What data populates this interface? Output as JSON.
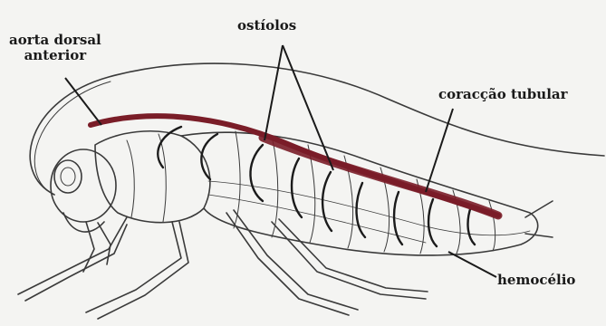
{
  "labels": {
    "aorta_line1": "aorta dorsal",
    "aorta_line2": "anterior",
    "ostiolos": "ostíolos",
    "coracao": "coracção tubular",
    "hemocelio": "hemocélio"
  },
  "colors": {
    "heart": "#7a1d28",
    "outline": "#3a3a3a",
    "background": "#f4f4f2"
  }
}
